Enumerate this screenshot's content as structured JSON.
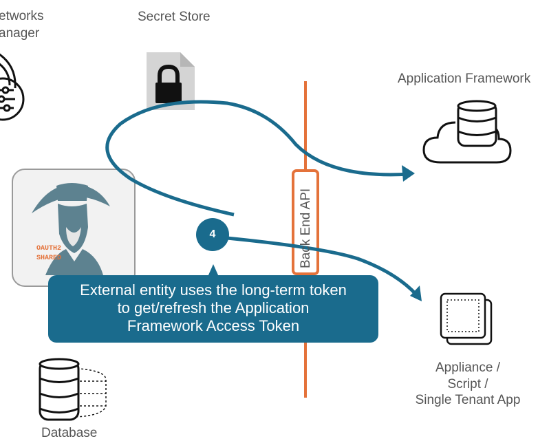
{
  "labels": {
    "networks_manager_line1": "etworks",
    "networks_manager_line2": "anager",
    "secret_store": "Secret Store",
    "application_framework": "Application Framework",
    "appliance_line1": "Appliance /",
    "appliance_line2": "Script /",
    "appliance_line3": "Single Tenant App",
    "database": "Database",
    "back_end_api": "Back End API"
  },
  "badge": {
    "line1": "OAUTH2",
    "line2": "SHARED"
  },
  "step_number": "4",
  "callout": {
    "line1": "External entity uses the long-term token",
    "line2": "to get/refresh the Application",
    "line3": "Framework Access Token"
  },
  "colors": {
    "flow_arrow": "#1a6b8d",
    "callout_bg": "#1a6b8d",
    "api_line": "#e4723a",
    "text": "#555555",
    "icon_stroke": "#111111"
  }
}
